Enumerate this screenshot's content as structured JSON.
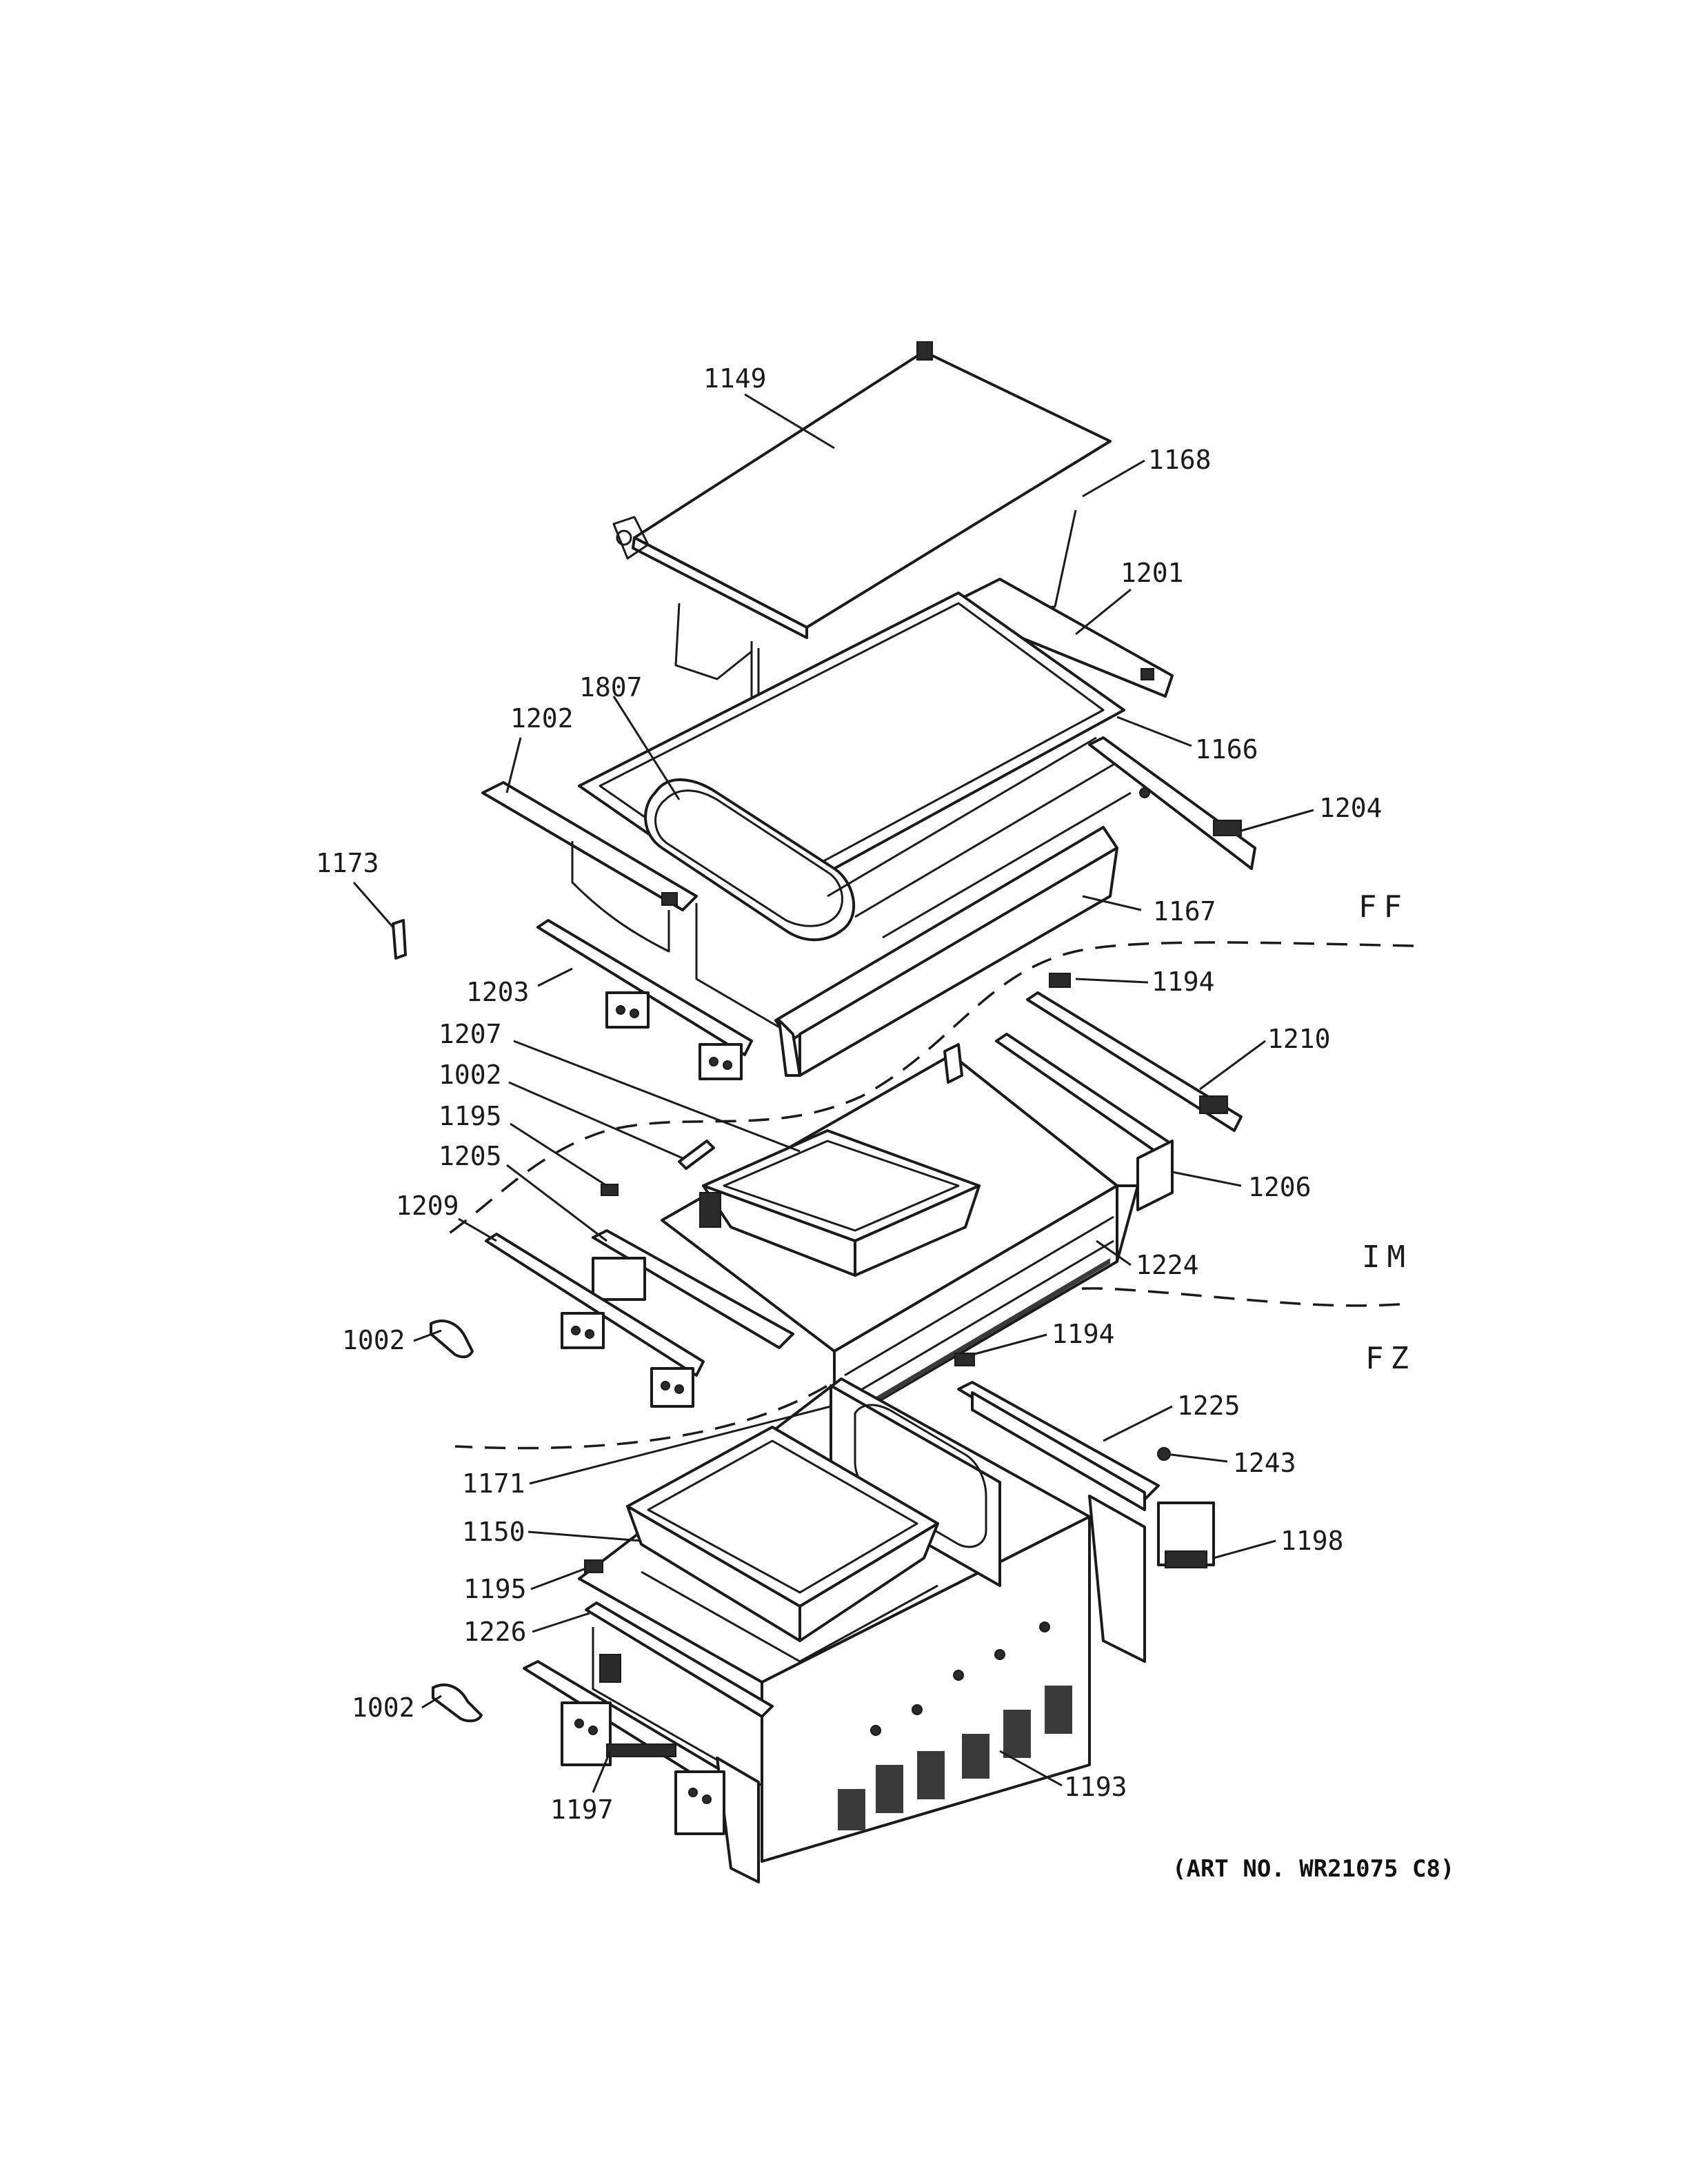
{
  "art_number": "(ART NO. WR21075 C8)",
  "zones": {
    "ff": "FF",
    "im": "IM",
    "fz": "FZ"
  },
  "callouts": [
    "1149",
    "1168",
    "1201",
    "1807",
    "1202",
    "1166",
    "1204",
    "1173",
    "1167",
    "1203",
    "1194",
    "1207",
    "1210",
    "1002",
    "1195",
    "1205",
    "1206",
    "1209",
    "1224",
    "1002",
    "1194",
    "1225",
    "1243",
    "1171",
    "1150",
    "1198",
    "1195",
    "1226",
    "1002",
    "1193",
    "1197"
  ]
}
